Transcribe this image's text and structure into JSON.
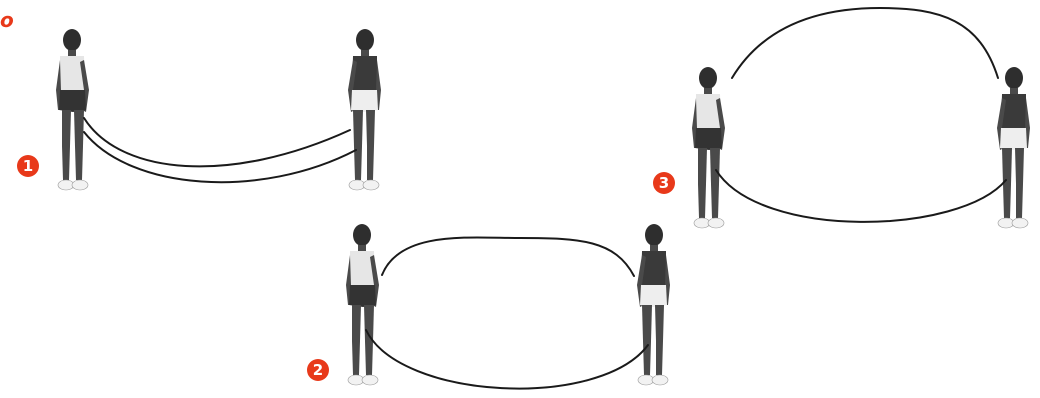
{
  "corner_mark": "o",
  "steps": [
    {
      "number": "1"
    },
    {
      "number": "2"
    },
    {
      "number": "3"
    }
  ],
  "colors": {
    "badge": "#e8391a",
    "rope": "#1a1a1a",
    "figure": "#4a4a4a"
  }
}
